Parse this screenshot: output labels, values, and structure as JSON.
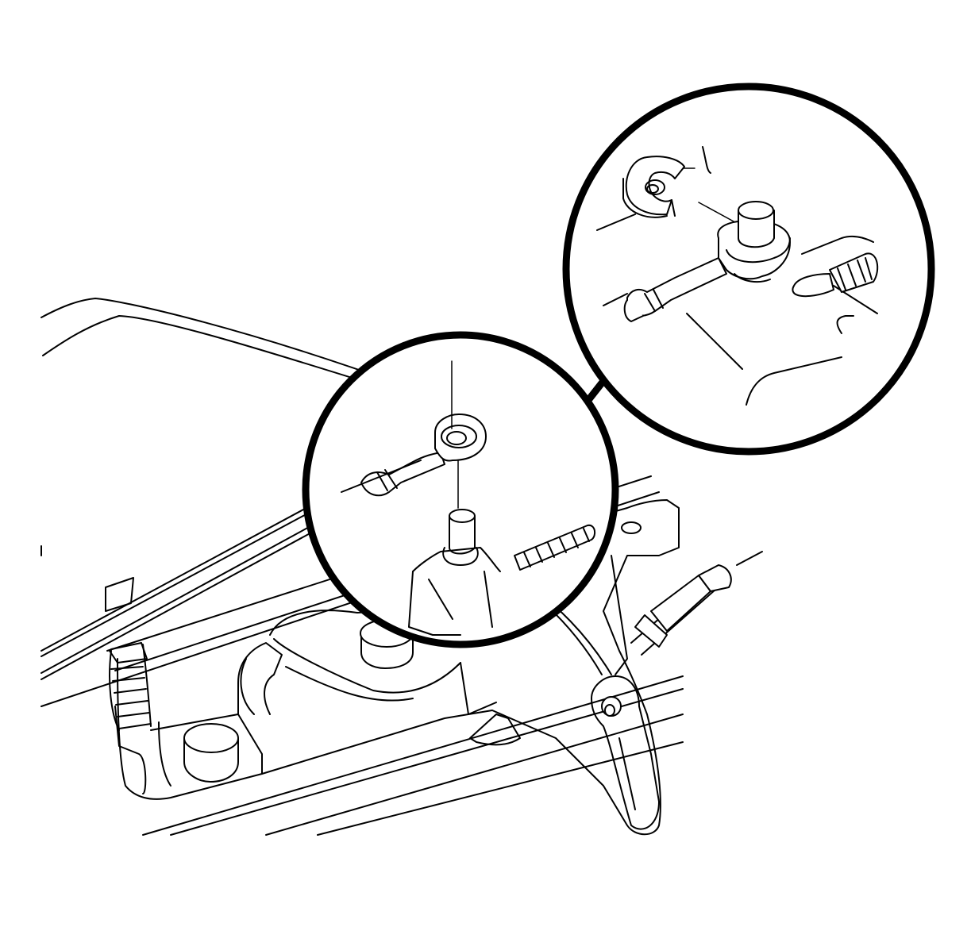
{
  "diagram": {
    "style": "black line-art technical illustration",
    "colors": {
      "line": "#000000",
      "background": "#ffffff"
    },
    "callouts": [
      {
        "id": "detail-circle",
        "shows": "cable-end-retainer-clip-on-stud"
      }
    ]
  }
}
